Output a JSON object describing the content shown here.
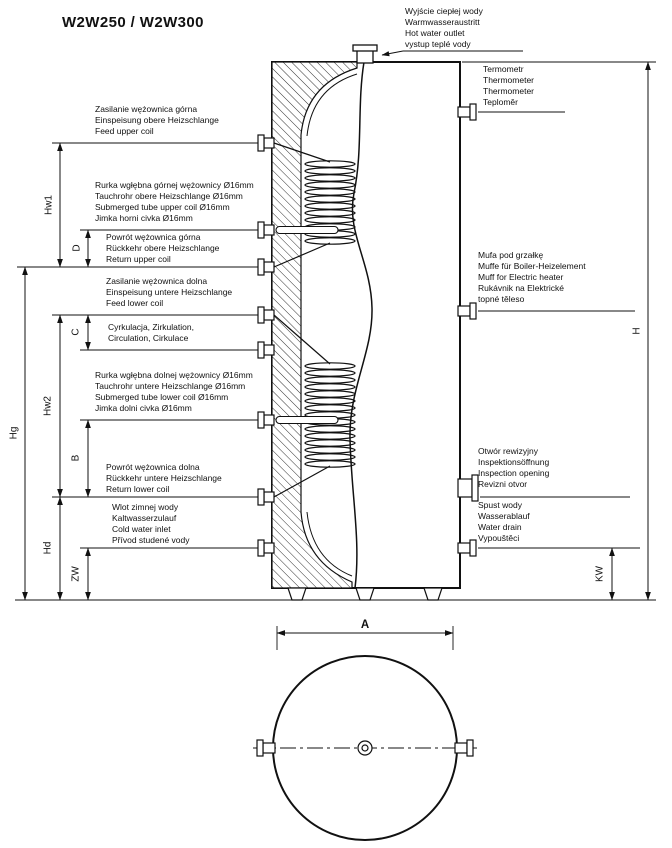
{
  "colors": {
    "ink": "#111111",
    "paper": "#ffffff"
  },
  "title": "W2W250 / W2W300",
  "top_label": {
    "id": "hot-water-outlet",
    "lines": [
      "Wyjście ciepłej wody",
      "Warmwasseraustritt",
      "Hot water outlet",
      "vystup teplé vody"
    ]
  },
  "left_labels": [
    {
      "id": "feed-upper-coil",
      "lines": [
        "Zasilanie wężownica górna",
        "Einspeisung obere Heizschlange",
        "Feed upper coil"
      ]
    },
    {
      "id": "submerged-tube-upper",
      "lines": [
        "Rurka wgłębna górnej wężownicy Ø16mm",
        "Tauchrohr obere Heizschlange Ø16mm",
        "Submerged tube upper coil Ø16mm",
        "Jimka horni civka Ø16mm"
      ]
    },
    {
      "id": "return-upper-coil",
      "lines": [
        "Powrót wężownica górna",
        "Rückkehr obere Heizschlange",
        "Return upper coil"
      ]
    },
    {
      "id": "feed-lower-coil",
      "lines": [
        "Zasilanie wężownica dolna",
        "Einspeisung untere Heizschlange",
        "Feed lower coil"
      ]
    },
    {
      "id": "circulation",
      "lines": [
        "Cyrkulacja, Zirkulation,",
        "Circulation, Cirkulace"
      ]
    },
    {
      "id": "submerged-tube-lower",
      "lines": [
        "Rurka wgłębna dolnej wężownicy Ø16mm",
        "Tauchrohr untere Heizschlange Ø16mm",
        "Submerged tube lower coil Ø16mm",
        "Jimka dolni civka Ø16mm"
      ]
    },
    {
      "id": "return-lower-coil",
      "lines": [
        "Powrót wężownica dolna",
        "Rückkehr untere Heizschlange",
        "Return lower coil"
      ]
    },
    {
      "id": "cold-water-inlet",
      "lines": [
        "Wlot zimnej wody",
        "Kaltwasserzulauf",
        "Cold water inlet",
        "Přívod studené vody"
      ]
    }
  ],
  "right_labels": [
    {
      "id": "thermometer",
      "lines": [
        "Termometr",
        "Thermometer",
        "Thermometer",
        "Teploměr"
      ]
    },
    {
      "id": "electric-heater-muff",
      "lines": [
        "Mufa pod grzałkę",
        "Muffe für Boiler-Heizelement",
        "Muff for Electric heater",
        "Rukávnik na Elektrické",
        "topné těleso"
      ]
    },
    {
      "id": "inspection-opening",
      "lines": [
        "Otwór rewizyjny",
        "Inspektionsöffnung",
        "Inspection opening",
        "Revizni otvor"
      ]
    },
    {
      "id": "water-drain",
      "lines": [
        "Spust wody",
        "Wasserablauf",
        "Water drain",
        "Vypouštěci"
      ]
    }
  ],
  "dimensions": {
    "hw1": "Hw1",
    "d": "D",
    "hg": "Hg",
    "hw2": "Hw2",
    "c": "C",
    "b": "B",
    "hd": "Hd",
    "zw": "ZW",
    "h": "H",
    "kw": "KW",
    "a": "A"
  }
}
